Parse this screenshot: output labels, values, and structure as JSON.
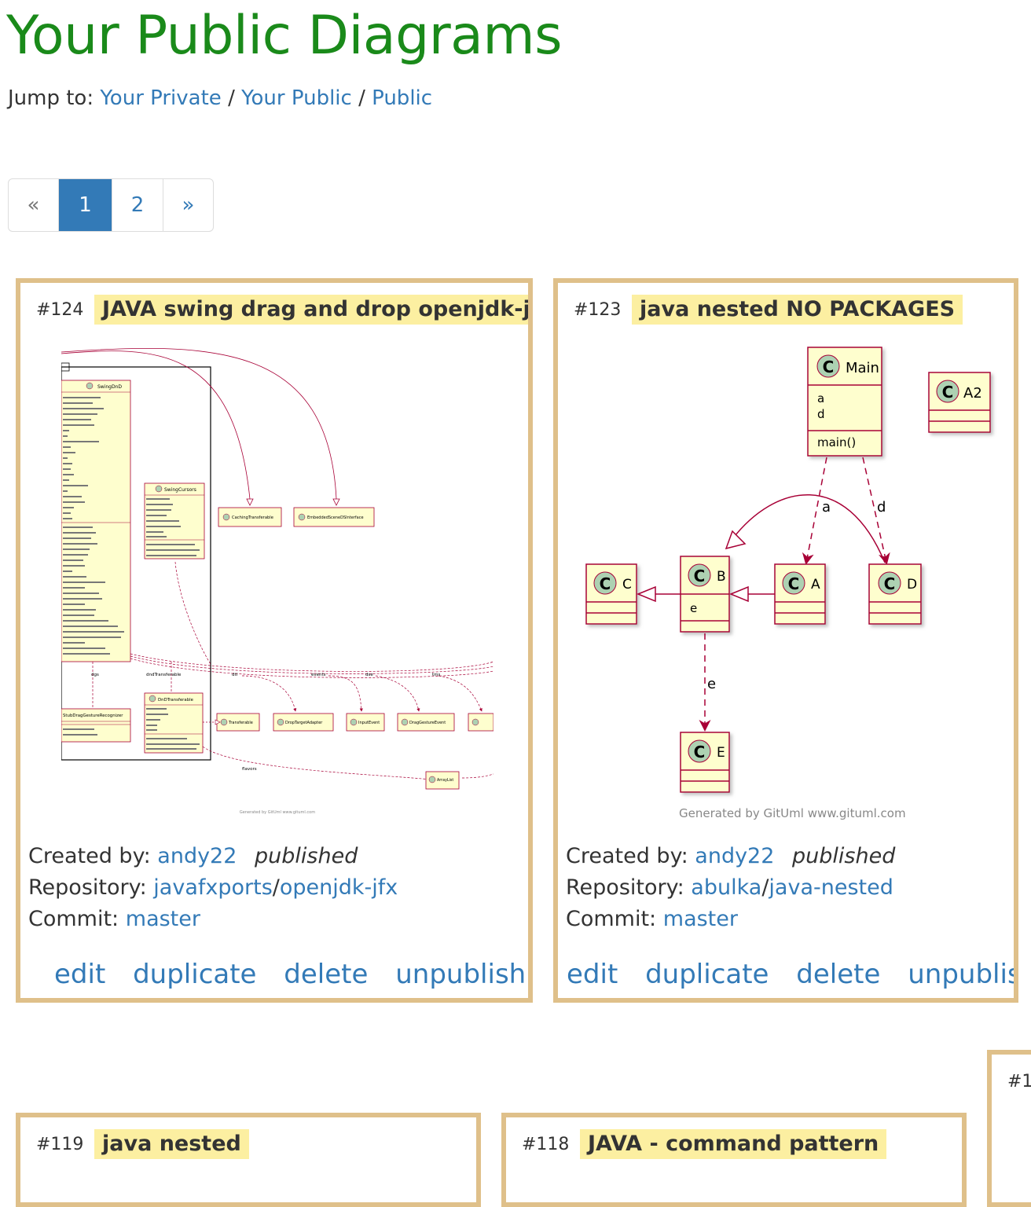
{
  "page": {
    "title": "Your Public Diagrams",
    "jump_label": "Jump to:",
    "jump_links": [
      "Your Private",
      "Your Public",
      "Public"
    ],
    "jump_sep": "/"
  },
  "pagination": {
    "prev": "«",
    "pages": [
      "1",
      "2"
    ],
    "active": "1",
    "next": "»"
  },
  "labels": {
    "created_by": "Created by:",
    "repository": "Repository:",
    "commit": "Commit:",
    "status": "published",
    "actions": [
      "edit",
      "duplicate",
      "delete",
      "unpublish"
    ]
  },
  "cards": [
    {
      "number": "#124",
      "title": "JAVA swing drag and drop openjdk-jfx",
      "author": "andy22",
      "repo_owner": "javafxports",
      "repo_name": "openjdk-jfx",
      "commit": "master",
      "diagram": {
        "classes": [
          "SwingDnD",
          "SwingCursors",
          "CachingTransferable",
          "EmbeddedSceneDSInterface",
          "StubDragGestureRecognizer",
          "DnDTransferable",
          "Transferable",
          "DropTargetAdapter",
          "InputEvent",
          "DragGestureEvent",
          "ArrayList"
        ],
        "edge_labels": [
          "dgs",
          "dndTransferable",
          "dtl",
          "events",
          "dse",
          "tms",
          "flavors"
        ],
        "footer": "Generated by GitUml www.gituml.com"
      }
    },
    {
      "number": "#123",
      "title": "java nested NO PACKAGES",
      "author": "andy22",
      "repo_owner": "abulka",
      "repo_name": "java-nested",
      "commit": "master",
      "diagram": {
        "classes": {
          "main": {
            "name": "Main",
            "fields": [
              "a",
              "d"
            ],
            "methods": [
              "main()"
            ]
          },
          "a2": "A2",
          "c": "C",
          "b": "B",
          "b_field": "e",
          "a": "A",
          "d": "D",
          "e": "E"
        },
        "edge_labels": {
          "a": "a",
          "d": "d",
          "e": "e"
        },
        "circle_letter": "C",
        "footer": "Generated by GitUml www.gituml.com"
      }
    },
    {
      "number": "#119",
      "title": "java nested"
    },
    {
      "number": "#118",
      "title": "JAVA - command pattern"
    },
    {
      "number": "#1"
    }
  ],
  "colors": {
    "title_green": "#1a8a1a",
    "link_blue": "#337ab7",
    "card_border": "#dfc08a",
    "title_highlight": "#fcefa1",
    "uml_fill": "#fefece",
    "uml_border": "#a80036"
  }
}
